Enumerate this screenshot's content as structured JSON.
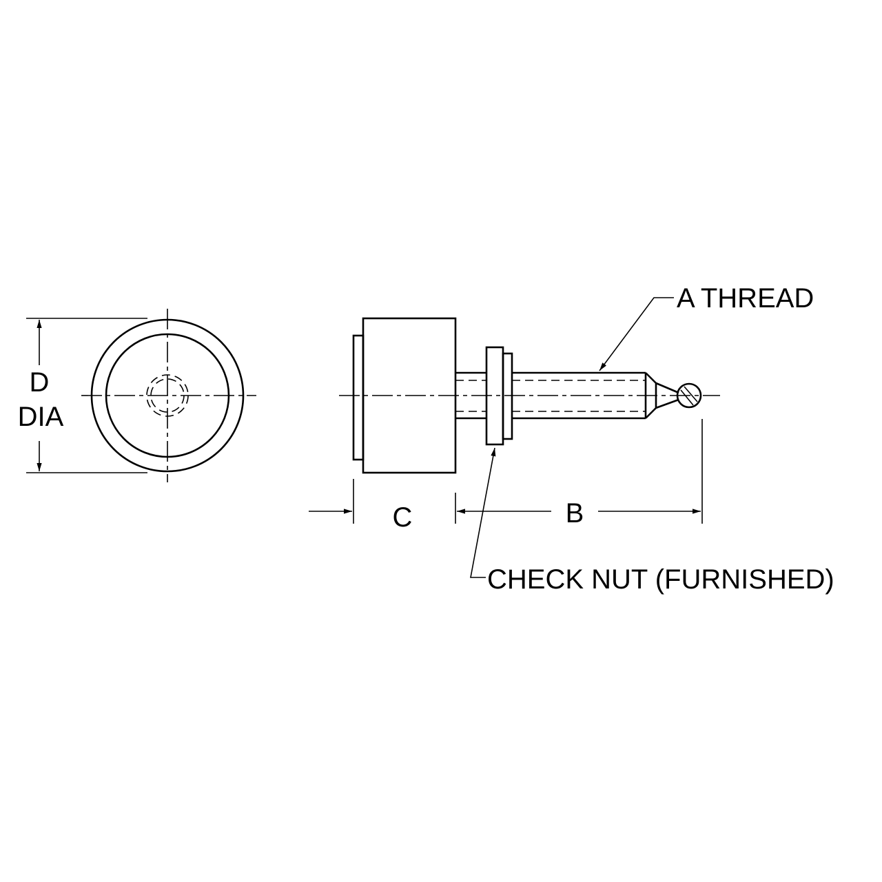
{
  "labels": {
    "d": "D",
    "dia": "DIA",
    "c": "C",
    "b": "B",
    "a_thread": "A THREAD",
    "check_nut": "CHECK NUT (FURNISHED)"
  },
  "colors": {
    "line": "#000000",
    "background": "#ffffff"
  }
}
